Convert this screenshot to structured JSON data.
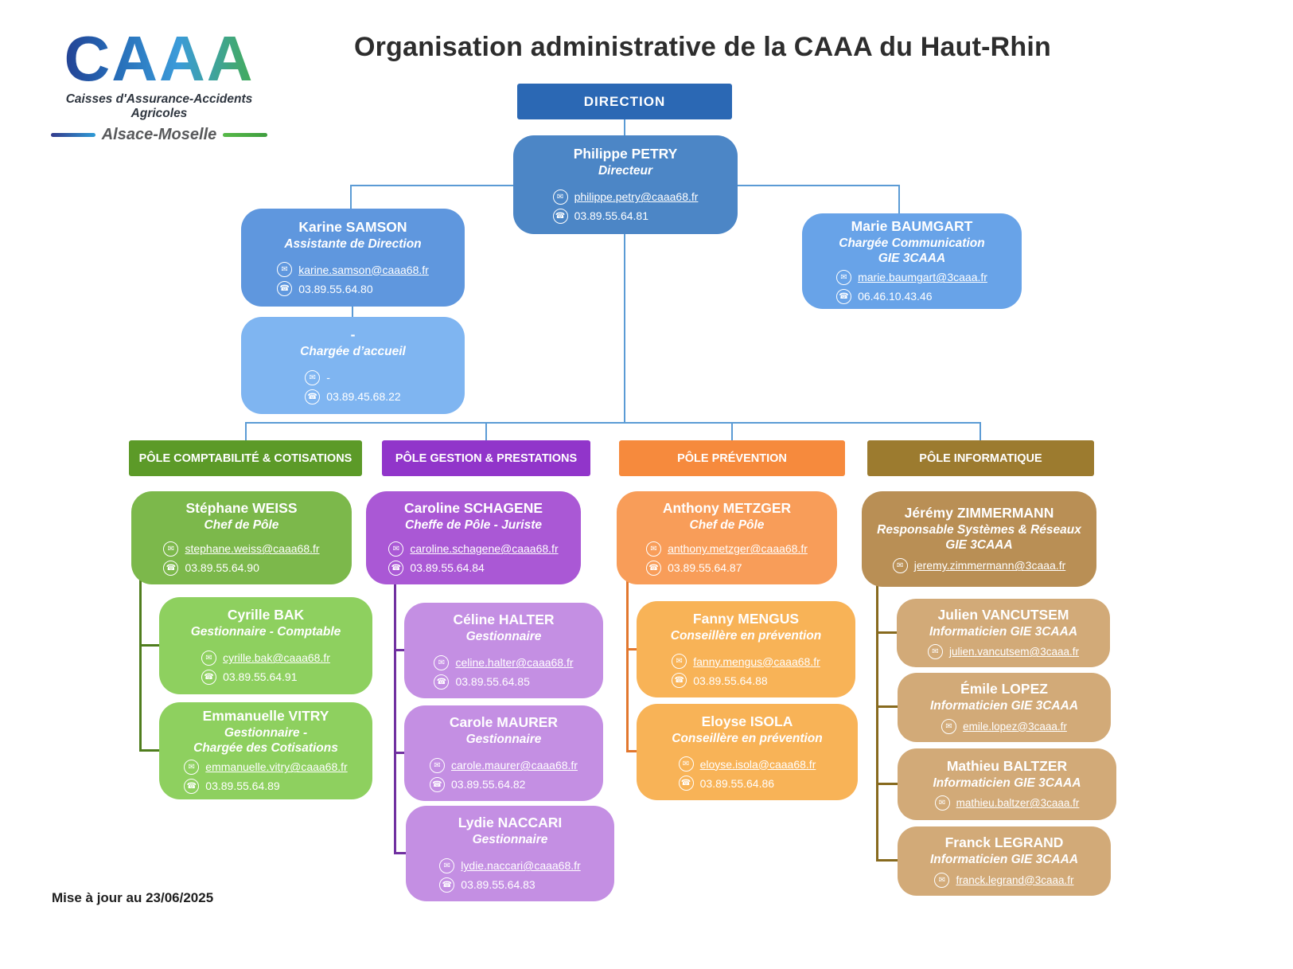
{
  "title": "Organisation administrative de la CAAA du Haut-Rhin",
  "logo": {
    "acronym": "CAAA",
    "subtitle": "Caisses d'Assurance-Accidents Agricoles",
    "region": "Alsace-Moselle"
  },
  "footer": {
    "updated": "Mise à jour au 23/06/2025"
  },
  "direction": {
    "label": "DIRECTION",
    "director": {
      "name": "Philippe PETRY",
      "role": "Directeur",
      "email": "philippe.petry@caaa68.fr",
      "phone": "03.89.55.64.81"
    },
    "assistant": {
      "name": "Karine SAMSON",
      "role": "Assistante de Direction",
      "email": "karine.samson@caaa68.fr",
      "phone": "03.89.55.64.80"
    },
    "communication": {
      "name": "Marie BAUMGART",
      "role": "Chargée Communication\nGIE 3CAAA",
      "email": "marie.baumgart@3caaa.fr",
      "phone": "06.46.10.43.46"
    },
    "accueil": {
      "name": "-",
      "role": "Chargée d’accueil",
      "email": "-",
      "phone": "03.89.45.68.22"
    }
  },
  "poles": [
    {
      "label": "PÔLE COMPTABILITÉ & COTISATIONS",
      "members": [
        {
          "name": "Stéphane WEISS",
          "role": "Chef de Pôle",
          "email": "stephane.weiss@caaa68.fr",
          "phone": "03.89.55.64.90"
        },
        {
          "name": "Cyrille BAK",
          "role": "Gestionnaire - Comptable",
          "email": "cyrille.bak@caaa68.fr",
          "phone": "03.89.55.64.91"
        },
        {
          "name": "Emmanuelle VITRY",
          "role": "Gestionnaire -\nChargée des Cotisations",
          "email": "emmanuelle.vitry@caaa68.fr",
          "phone": "03.89.55.64.89"
        }
      ]
    },
    {
      "label": "PÔLE GESTION & PRESTATIONS",
      "members": [
        {
          "name": "Caroline SCHAGENE",
          "role": "Cheffe de Pôle - Juriste",
          "email": "caroline.schagene@caaa68.fr",
          "phone": "03.89.55.64.84"
        },
        {
          "name": "Céline HALTER",
          "role": "Gestionnaire",
          "email": "celine.halter@caaa68.fr",
          "phone": "03.89.55.64.85"
        },
        {
          "name": "Carole MAURER",
          "role": "Gestionnaire",
          "email": "carole.maurer@caaa68.fr",
          "phone": "03.89.55.64.82"
        },
        {
          "name": "Lydie NACCARI",
          "role": "Gestionnaire",
          "email": "lydie.naccari@caaa68.fr",
          "phone": "03.89.55.64.83"
        }
      ]
    },
    {
      "label": "PÔLE PRÉVENTION",
      "members": [
        {
          "name": "Anthony METZGER",
          "role": "Chef de Pôle",
          "email": "anthony.metzger@caaa68.fr",
          "phone": "03.89.55.64.87"
        },
        {
          "name": "Fanny MENGUS",
          "role": "Conseillère en prévention",
          "email": "fanny.mengus@caaa68.fr",
          "phone": "03.89.55.64.88"
        },
        {
          "name": "Eloyse ISOLA",
          "role": "Conseillère en prévention",
          "email": "eloyse.isola@caaa68.fr",
          "phone": "03.89.55.64.86"
        }
      ]
    },
    {
      "label": "PÔLE INFORMATIQUE",
      "members": [
        {
          "name": "Jérémy ZIMMERMANN",
          "role": "Responsable Systèmes & Réseaux\nGIE 3CAAA",
          "email": "jeremy.zimmermann@3caaa.fr"
        },
        {
          "name": "Julien VANCUTSEM",
          "role": "Informaticien GIE 3CAAA",
          "email": "julien.vancutsem@3caaa.fr"
        },
        {
          "name": "Émile LOPEZ",
          "role": "Informaticien GIE 3CAAA",
          "email": "emile.lopez@3caaa.fr"
        },
        {
          "name": "Mathieu BALTZER",
          "role": "Informaticien GIE 3CAAA",
          "email": "mathieu.baltzer@3caaa.fr"
        },
        {
          "name": "Franck LEGRAND",
          "role": "Informaticien GIE 3CAAA",
          "email": "franck.legrand@3caaa.fr"
        }
      ]
    }
  ],
  "icons": {
    "email": "email-icon",
    "phone": "phone-icon"
  },
  "colors": {
    "direction_header": "#2b68b4",
    "director_card": "#4c86c6",
    "assistant_card": "#5f97de",
    "communication_card": "#68a3e8",
    "accueil_card": "#7fb5f1",
    "pole_comptabilite": {
      "header": "#5c9a28",
      "chief": "#7cb84b",
      "member": "#8ed05f",
      "connector": "#4f7d1d"
    },
    "pole_gestion": {
      "header": "#9135ca",
      "chief": "#aa58d5",
      "member": "#c48fe3",
      "connector": "#7030a0"
    },
    "pole_prevention": {
      "header": "#f68a3d",
      "chief": "#f89d59",
      "member": "#f8b357",
      "connector": "#e2772e"
    },
    "pole_informatique": {
      "header": "#9c7b2f",
      "chief": "#b98f55",
      "member": "#d2aa78",
      "connector": "#876a1e"
    },
    "tree_line": "#5b9bd5"
  }
}
